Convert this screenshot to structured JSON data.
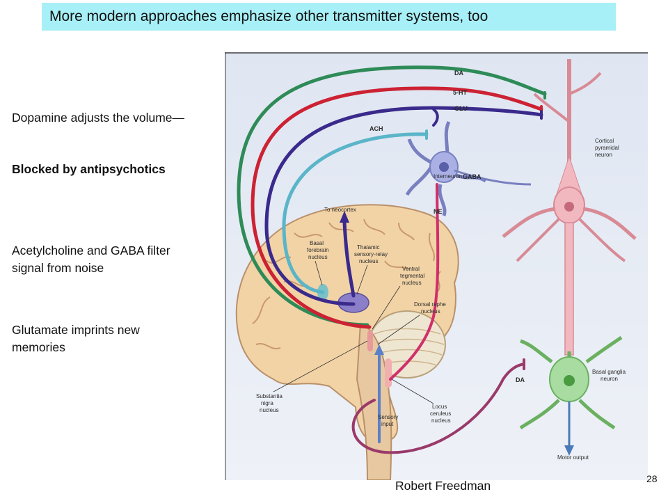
{
  "slide": {
    "title": "More modern approaches emphasize other transmitter systems, too",
    "bullets": [
      "Dopamine adjusts the volume—",
      "Blocked by antipsychotics",
      "Acetylcholine and GABA filter signal from noise",
      "Glutamate imprints new memories"
    ],
    "credit": "Robert Freedman",
    "page_number": "28"
  },
  "figure": {
    "pathway_labels": {
      "da": "DA",
      "serotonin": "5-HT",
      "glu": "GLU",
      "ach": "ACH",
      "gaba": "GABA",
      "ne": "NE",
      "da_basal": "DA"
    },
    "cortical_pyramidal_neuron": [
      "Cortical",
      "pyramidal",
      "neuron"
    ],
    "interneuron": "Interneuron",
    "to_neocortex": "To neocortex",
    "basal_forebrain_nucleus": [
      "Basal",
      "forebrain",
      "nucleus"
    ],
    "thalamic_nucleus": [
      "Thalamic",
      "sensory-relay",
      "nucleus"
    ],
    "ventral_tegmental_nucleus": [
      "Ventral",
      "tegmental",
      "nucleus"
    ],
    "dorsal_raphe_nucleus": [
      "Dorsal raphe",
      "nucleus"
    ],
    "substantia_nigra_nucleus": [
      "Substantia",
      "nigra",
      "nucleus"
    ],
    "sensory_input": [
      "Sensory",
      "input"
    ],
    "locus_ceruleus_nucleus": [
      "Locus",
      "ceruleus",
      "nucleus"
    ],
    "basal_ganglia_neuron": [
      "Basal ganglia",
      "neuron"
    ],
    "motor_output": "Motor output",
    "colors": {
      "da": "#2e8b57",
      "serotonin": "#cc2233",
      "glu": "#3a2a8c",
      "ach": "#5bb5c8",
      "ne": "#d0306a",
      "brain": "#f2d3a6",
      "pyramidal": "#f2b8c0",
      "interneuron": "#aab0e4",
      "basal_ganglia": "#a8dca0"
    }
  }
}
